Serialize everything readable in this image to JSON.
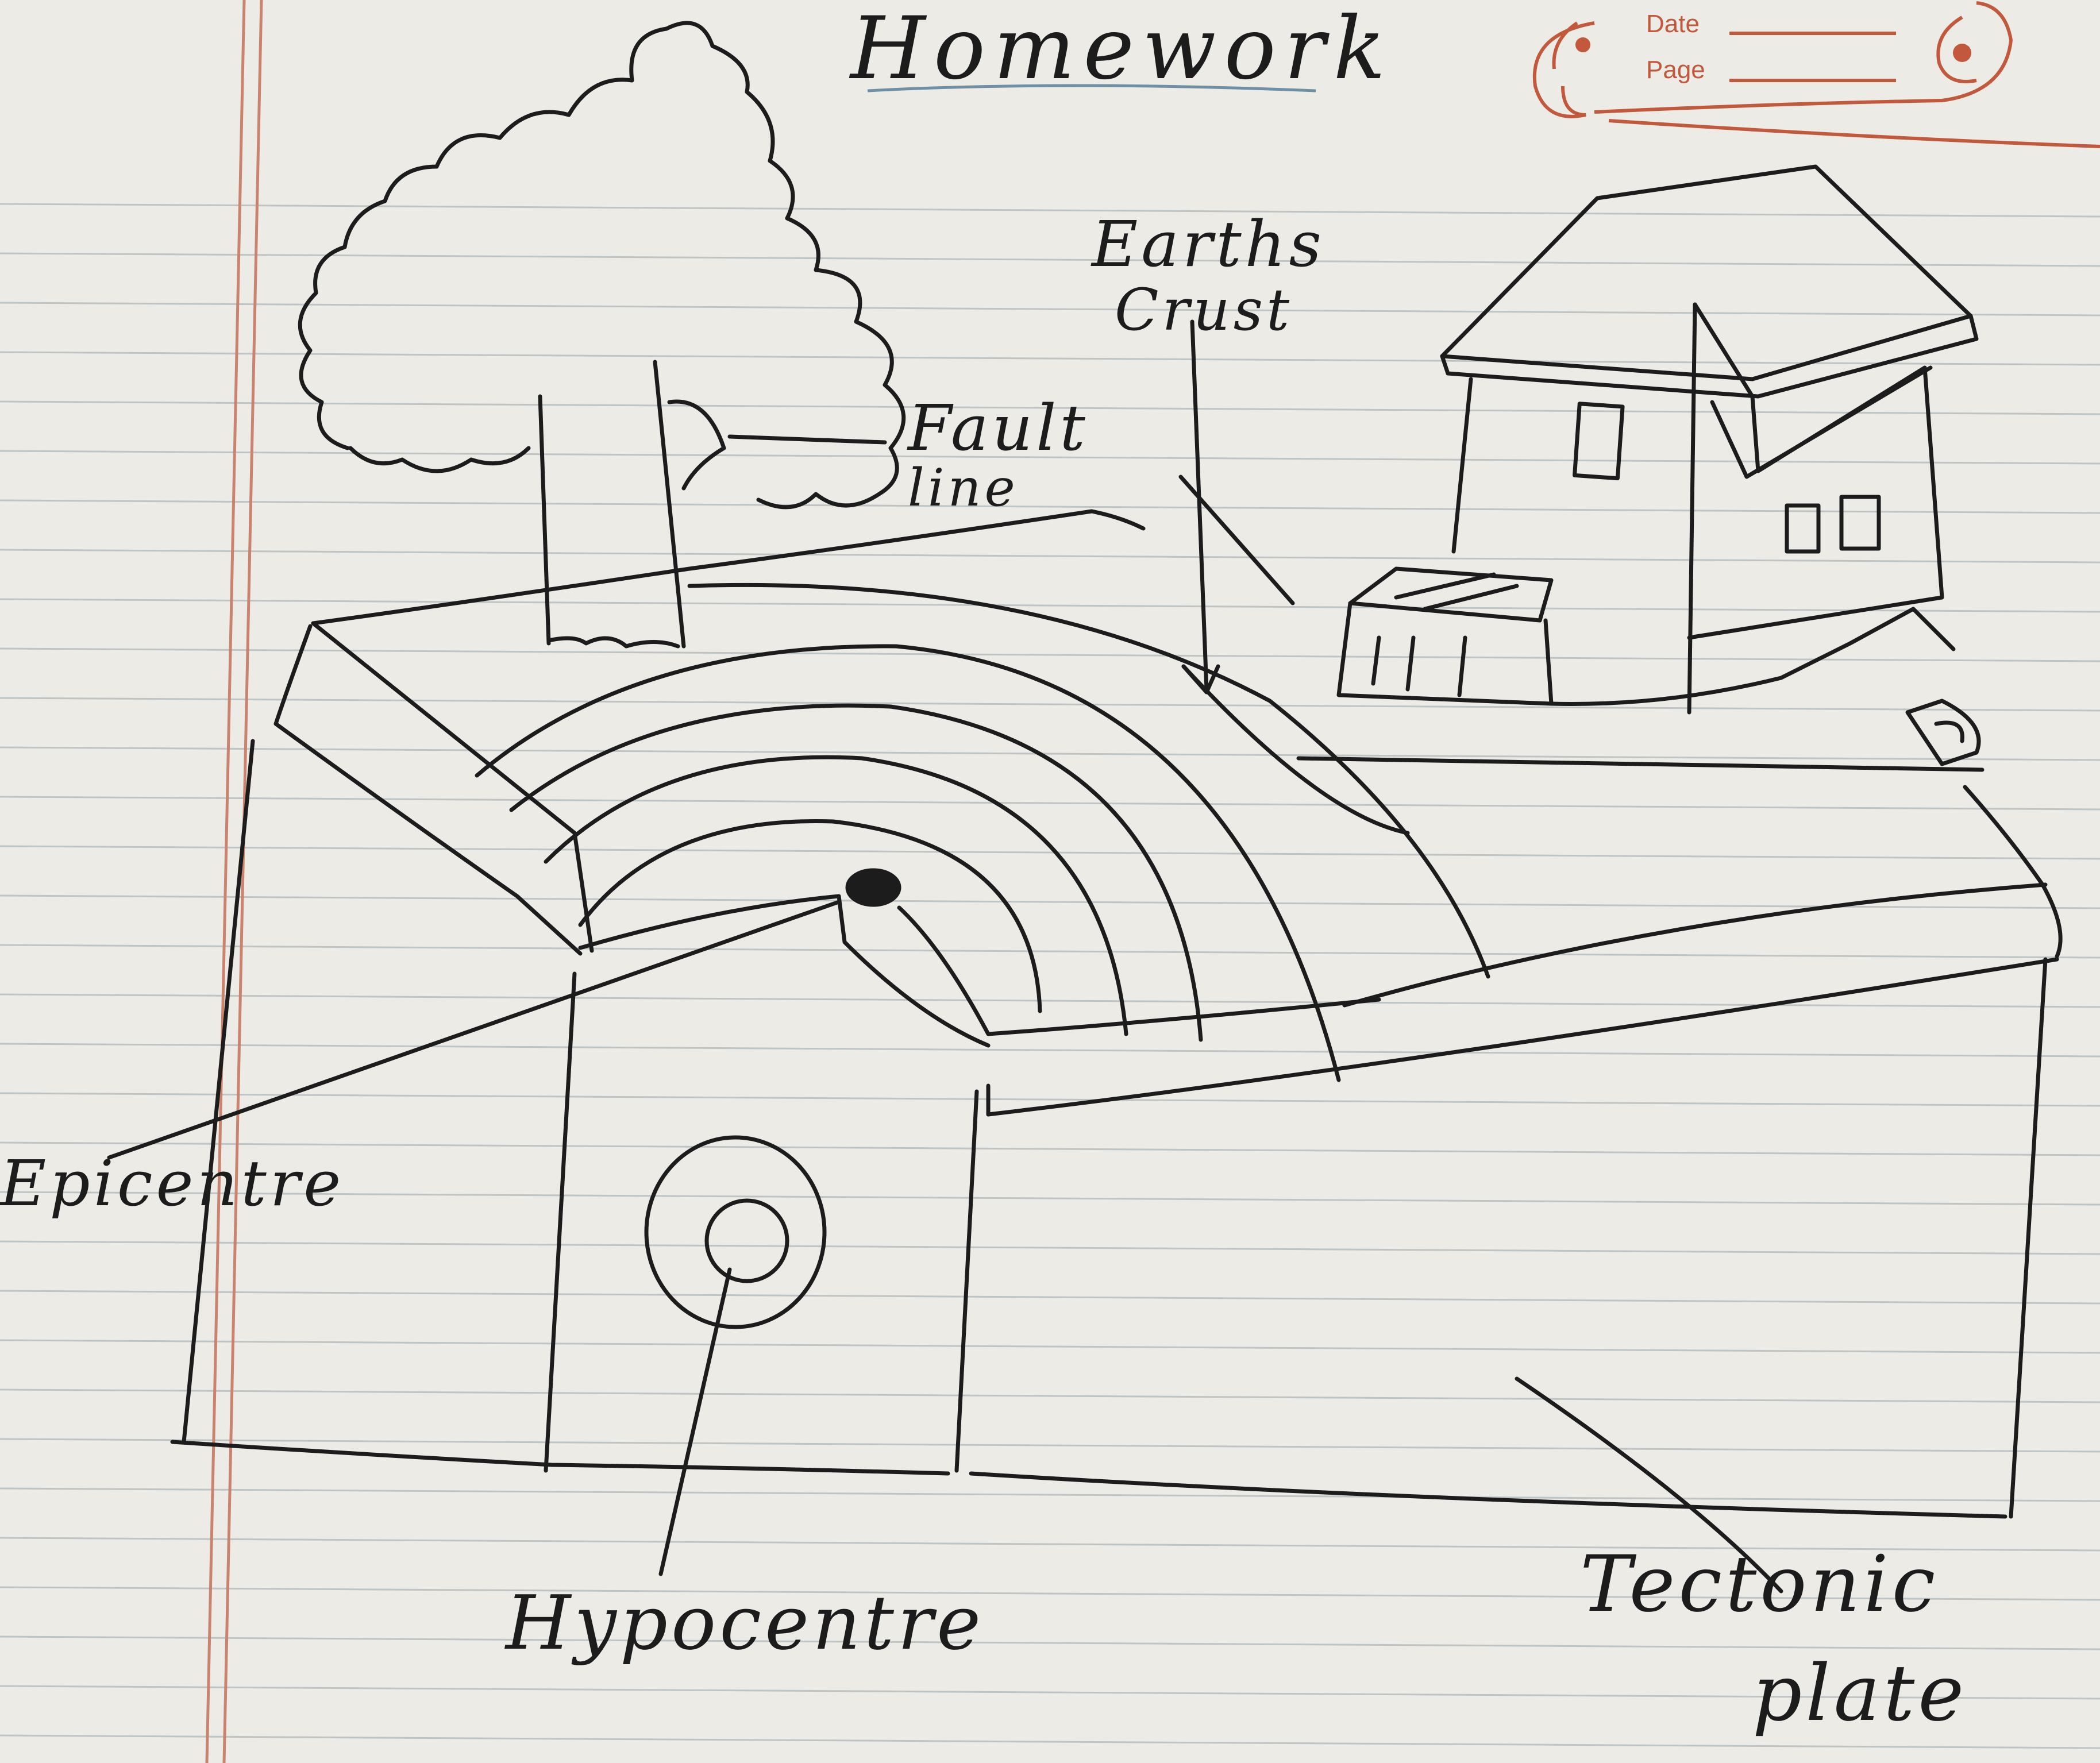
{
  "title": "Homework",
  "notebook_stamp": {
    "date_label": "Date",
    "page_label": "Page",
    "color": "#c2583c"
  },
  "labels": {
    "earths_crust_line1": "Earths",
    "earths_crust_line2": "Crust",
    "fault_line_line1": "Fault",
    "fault_line_line2": "line",
    "epicentre": "Epicentre",
    "hypocentre": "Hypocentre",
    "tectonic_plate_line1": "Tectonic",
    "tectonic_plate_line2": "plate"
  },
  "colors": {
    "paper": "#ecebe6",
    "ruling": "#9aa3aa",
    "margin": "#c9836e",
    "ink": "#1c1c1c"
  }
}
